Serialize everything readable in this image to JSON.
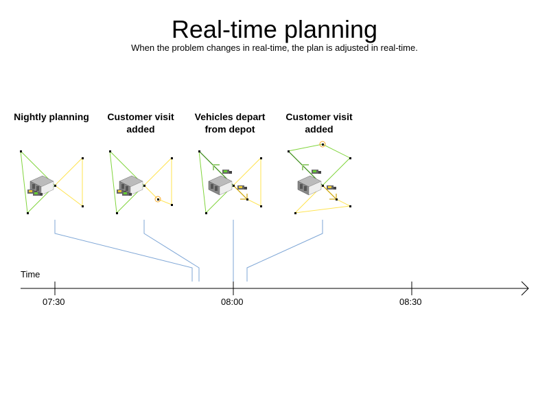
{
  "title": "Real-time planning",
  "subtitle": "When the problem changes in real-time, the plan is adjusted in real-time.",
  "steps": [
    {
      "label": "Nightly planning"
    },
    {
      "label": "Customer visit added"
    },
    {
      "label": "Vehicles depart from depot"
    },
    {
      "label": "Customer visit added"
    }
  ],
  "timeline": {
    "axis_label": "Time",
    "ticks": [
      "07:30",
      "08:00",
      "08:30"
    ]
  },
  "colors": {
    "green_route": "#7fd43a",
    "yellow_route": "#ffe34d",
    "connector": "#7ea6d6",
    "new_visit": "#f5a623"
  }
}
